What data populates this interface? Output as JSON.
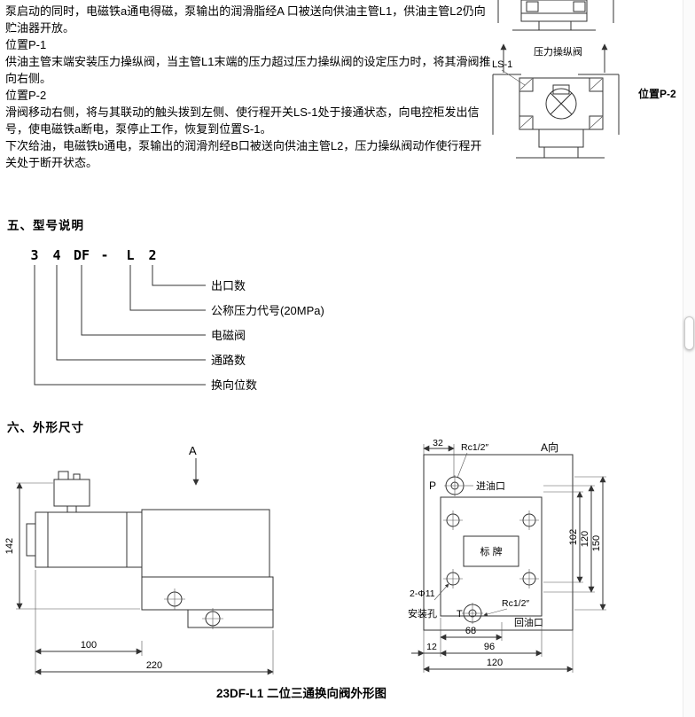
{
  "intro": {
    "para1": "泵启动的同时，电磁铁a通电得磁，泵输出的润滑脂经A 口被送向供油主管L1，供油主管L2仍向贮油器开放。",
    "pos1": "位置P-1",
    "para2": "供油主管末端安装压力操纵阀，当主管L1末端的压力超过压力操纵阀的设定压力时，将其滑阀推向右侧。",
    "pos2": "位置P-2",
    "para3": "滑阀移动右侧，将与其联动的触头拨到左侧、使行程开关LS-1处于接通状态，向电控柜发出信号，使电磁铁a断电，泵停止工作，恢复到位置S-1。",
    "para4": "下次给油，电磁铁b通电，泵输出的润滑剂经B口被送向供油主管L2，压力操纵阀动作使行程开关处于断开状态。"
  },
  "side": {
    "valve_label": "压力操纵阀",
    "ls_label": "LS-1",
    "position_label": "位置P-2"
  },
  "model": {
    "heading": "五、型号说明",
    "parts": [
      "3",
      "4",
      "DF",
      "-",
      "L",
      "2"
    ],
    "labels": [
      "出口数",
      "公称压力代号(20MPa)",
      "电磁阀",
      "通路数",
      "换向位数"
    ]
  },
  "dims": {
    "heading": "六、外形尺寸",
    "left": {
      "arrow_label": "A",
      "dim_height": "142",
      "dim_width1": "100",
      "dim_width2": "220"
    },
    "right": {
      "view_label": "A向",
      "d32": "32",
      "rc_top": "Rc1/2″",
      "port_p": "P",
      "inlet": "进油口",
      "plate": "标 牌",
      "d102": "102",
      "d120r": "120",
      "d150": "150",
      "holes": "2-Φ11",
      "mount": "安装孔",
      "port_t": "T",
      "rc_bot": "Rc1/2″",
      "outlet": "回油口",
      "d68": "68",
      "d12": "12",
      "d96": "96",
      "d120b": "120"
    }
  },
  "caption": "23DF-L1 二位三通换向阀外形图"
}
